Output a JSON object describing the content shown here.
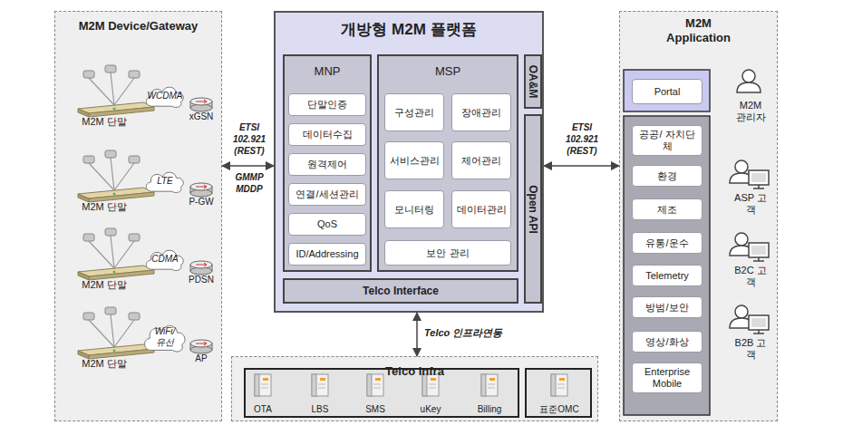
{
  "diagram": {
    "nodes": [
      {
        "text": [
          "M2M Device/Gateway"
        ]
      },
      {
        "text": [
          "WCDMA"
        ],
        "in": 0
      },
      {
        "text": [
          "LTE"
        ],
        "in": 0
      },
      {
        "text": [
          "CDMA"
        ],
        "in": 0
      },
      {
        "text": [
          "WiFi/ 유선"
        ],
        "in": 0
      },
      {
        "text": [
          "개방형 M2M 플랫폼"
        ]
      },
      {
        "text": [
          "MNP"
        ],
        "in": 5
      },
      {
        "text": [
          "단말인증"
        ],
        "in": 6
      },
      {
        "text": [
          "데이터수집"
        ],
        "in": 6
      },
      {
        "text": [
          "원격제어"
        ],
        "in": 6
      },
      {
        "text": [
          "연결/세션관리"
        ],
        "in": 6
      },
      {
        "text": [
          "QoS"
        ],
        "in": 6
      },
      {
        "text": [
          "ID/Addressing"
        ],
        "in": 6
      },
      {
        "text": [
          "MSP"
        ],
        "in": 5
      },
      {
        "text": [
          "구성관리"
        ],
        "in": 13
      },
      {
        "text": [
          "장애관리"
        ],
        "in": 13
      },
      {
        "text": [
          "서비스관리"
        ],
        "in": 13
      },
      {
        "text": [
          "제어관리"
        ],
        "in": 13
      },
      {
        "text": [
          "모니터링"
        ],
        "in": 13
      },
      {
        "text": [
          "데이터관리"
        ],
        "in": 13
      },
      {
        "text": [
          "보안 관리"
        ],
        "in": 13
      },
      {
        "text": [
          "OA&M"
        ],
        "in": 5
      },
      {
        "text": [
          "Open API"
        ],
        "in": 5
      },
      {
        "text": [
          "Telco Interface"
        ],
        "in": 5
      },
      {
        "text": [
          "Telco Infra"
        ]
      },
      {
        "text": [
          "OTA"
        ],
        "in": 24
      },
      {
        "text": [
          "LBS"
        ],
        "in": 24
      },
      {
        "text": [
          "SMS"
        ],
        "in": 24
      },
      {
        "text": [
          "uKey"
        ],
        "in": 24
      },
      {
        "text": [
          "Billing"
        ],
        "in": 24
      },
      {
        "text": [
          "표준OMC"
        ],
        "in": 24
      },
      {
        "text": [
          "M2M Application"
        ]
      },
      {
        "text": [
          "Portal"
        ],
        "in": 31
      },
      {
        "text": [
          "공공/ 자치단체"
        ],
        "in": 31
      },
      {
        "text": [
          "환경"
        ],
        "in": 31
      },
      {
        "text": [
          "제조"
        ],
        "in": 31
      },
      {
        "text": [
          "유통/운수"
        ],
        "in": 31
      },
      {
        "text": [
          "Telemetry"
        ],
        "in": 31
      },
      {
        "text": [
          "방범/보안"
        ],
        "in": 31
      },
      {
        "text": [
          "영상/화상"
        ],
        "in": 31
      },
      {
        "text": [
          "Enterprise Mobile"
        ],
        "in": 31
      }
    ],
    "edges": [
      {
        "from": 0,
        "to": 5,
        "arrow": "both",
        "label": "ETSI 102.921 (REST)"
      },
      {
        "from": 5,
        "to": 24,
        "arrow": "both",
        "label": "Telco 인프라연동"
      },
      {
        "from": 5,
        "to": 31,
        "arrow": "both",
        "label": "ETSI 102.921 (REST)"
      }
    ],
    "labels": [
      "M2M 단말",
      "xGSN",
      "M2M 단말",
      "P-GW",
      "M2M 단말",
      "PDSN",
      "M2M 단말",
      "AP",
      "GMMP MDDP",
      "M2M 관리자",
      "ASP 고객",
      "B2C 고객",
      "B2B 고객"
    ]
  }
}
